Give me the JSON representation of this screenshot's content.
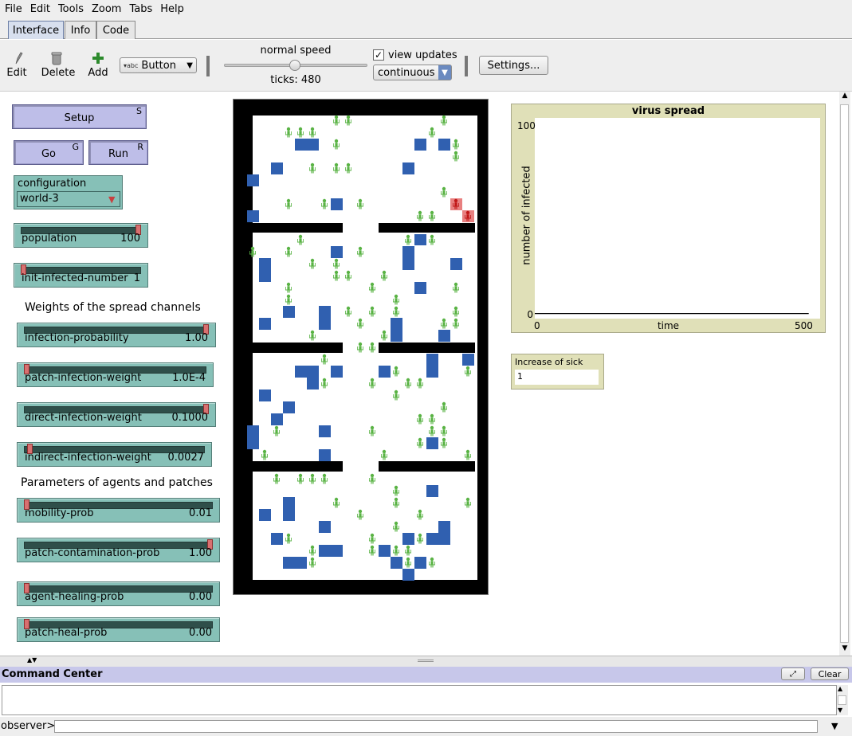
{
  "menubar": {
    "items": [
      "File",
      "Edit",
      "Tools",
      "Zoom",
      "Tabs",
      "Help"
    ]
  },
  "tabs": [
    {
      "label": "Interface",
      "active": true
    },
    {
      "label": "Info",
      "active": false
    },
    {
      "label": "Code",
      "active": false
    }
  ],
  "toolbar": {
    "edit_label": "Edit",
    "delete_label": "Delete",
    "add_label": "Add",
    "widget_type": "Button",
    "speed_label": "normal speed",
    "ticks_label": "ticks: 480",
    "speed_fraction": 0.5,
    "view_updates_label": "view updates",
    "view_updates_checked": true,
    "update_mode": "continuous",
    "settings_label": "Settings..."
  },
  "buttons": {
    "setup": {
      "label": "Setup",
      "key": "S"
    },
    "go": {
      "label": "Go",
      "key": "G"
    },
    "run": {
      "label": "Run",
      "key": "R"
    }
  },
  "chooser": {
    "label": "configuration",
    "value": "world-3"
  },
  "sliders": {
    "population": {
      "label": "population",
      "value": "100",
      "fraction": 1.0
    },
    "init_infected": {
      "label": "init-infected-number",
      "value": "1",
      "fraction": 0.0
    },
    "infection_probability": {
      "label": "infection-probability",
      "value": "1.00",
      "fraction": 1.0
    },
    "patch_infection_weight": {
      "label": "patch-infection-weight",
      "value": "1.0E-4",
      "fraction": 0.0
    },
    "direct_infection_weight": {
      "label": "direct-infection-weight",
      "value": "0.1000",
      "fraction": 1.0
    },
    "indirect_infection_weight": {
      "label": "indirect-infection-weight",
      "value": "0.0027",
      "fraction": 0.02
    },
    "mobility_prob": {
      "label": "mobility-prob",
      "value": "0.01",
      "fraction": 0.0
    },
    "patch_contamination_prob": {
      "label": "patch-contamination-prob",
      "value": "1.00",
      "fraction": 1.0
    },
    "agent_healing_prob": {
      "label": "agent-healing-prob",
      "value": "0.00",
      "fraction": 0.0
    },
    "patch_heal_prob": {
      "label": "patch-heal-prob",
      "value": "0.00",
      "fraction": 0.0
    }
  },
  "section_labels": {
    "weights": "Weights of the spread channels",
    "params": "Parameters of agents and patches"
  },
  "plot": {
    "title": "virus spread",
    "ylabel": "number of infected",
    "xlabel": "time",
    "xmin": "0",
    "xmax": "500",
    "ymin": "0",
    "ymax": "100"
  },
  "chart_data": {
    "type": "line",
    "title": "virus spread",
    "xlabel": "time",
    "ylabel": "number of infected",
    "xlim": [
      0,
      500
    ],
    "ylim": [
      0,
      100
    ],
    "series": [
      {
        "values": [
          [
            0,
            1
          ],
          [
            480,
            1
          ]
        ]
      }
    ]
  },
  "monitor": {
    "label": "Increase of sick",
    "value": "1"
  },
  "command_center": {
    "title": "Command Center",
    "clear_label": "Clear",
    "prompt": "observer>"
  },
  "colors": {
    "agent_healthy": "#5ab345",
    "agent_infected": "#c01818",
    "patch_contaminated": "#3060b0",
    "patch_infected_highlight": "#e88080",
    "wall": "#000000",
    "floor": "#ffffff"
  }
}
